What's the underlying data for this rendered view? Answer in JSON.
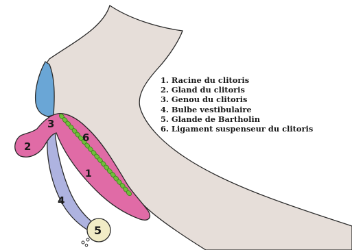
{
  "diagram": {
    "parts": [
      {
        "number": "1",
        "name": "Racine du clitoris",
        "color": "#e06ba6"
      },
      {
        "number": "2",
        "name": "Gland du clitoris",
        "color": "#e06ba6"
      },
      {
        "number": "3",
        "name": "Genou du clitoris",
        "color": "#e06ba6"
      },
      {
        "number": "4",
        "name": "Bulbe vestibulaire",
        "color": "#aeb3e0"
      },
      {
        "number": "5",
        "name": "Glande de Bartholin",
        "color": "#f1ecc6"
      },
      {
        "number": "6",
        "name": "Ligament suspenseur du clitoris",
        "color": "#6fbf3a"
      }
    ],
    "legend": [
      "1. Racine du clitoris",
      "2. Gland du clitoris",
      "3. Genou du clitoris",
      "4. Bulbe vestibulaire",
      "5. Glande de Bartholin",
      "6. Ligament suspenseur du clitoris"
    ],
    "colors": {
      "pubis": "#e6ded9",
      "bone": "#6aa6d6",
      "outline": "#2a2a2a"
    }
  }
}
